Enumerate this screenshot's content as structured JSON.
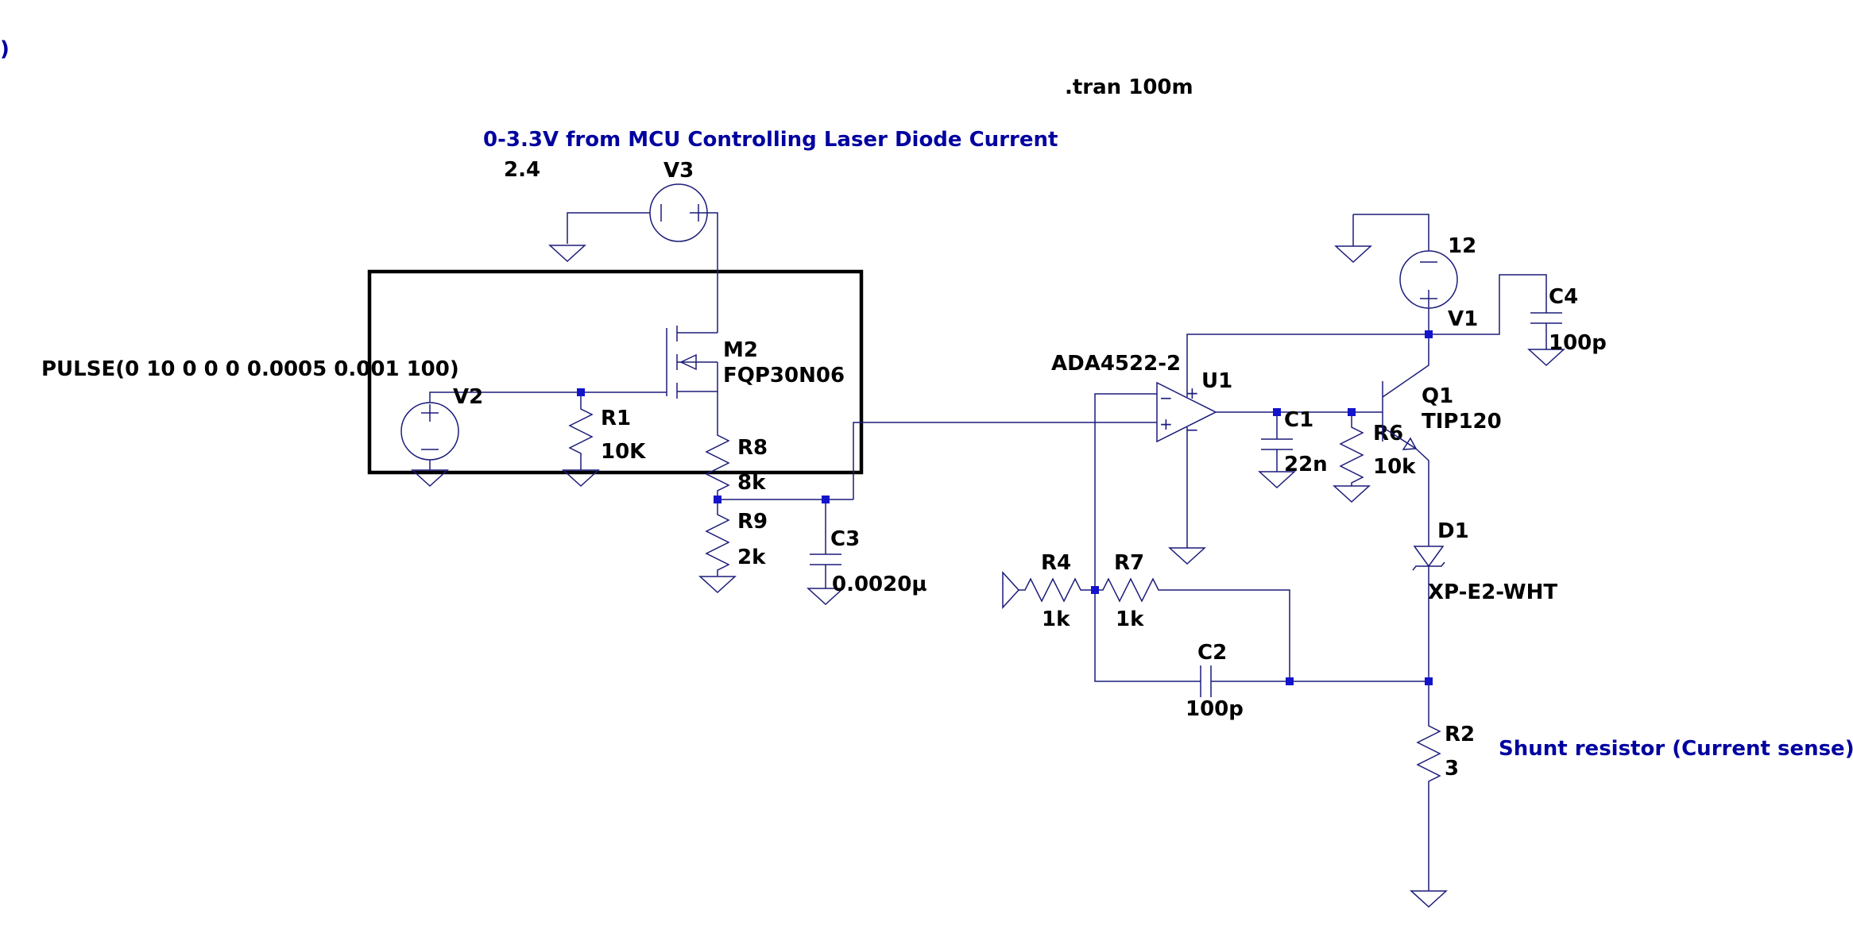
{
  "diagram": {
    "corner_mark": ")",
    "directive": ".tran 100m",
    "comments": {
      "mcu": "0-3.3V from MCU Controlling Laser Diode Current",
      "shunt": "Shunt resistor (Current sense)"
    },
    "components": {
      "V3": {
        "name": "V3",
        "value": "2.4"
      },
      "V2": {
        "name": "V2",
        "value": "PULSE(0 10 0 0 0 0.0005 0.001 100)"
      },
      "V1": {
        "name": "V1",
        "value": "12"
      },
      "M2": {
        "name": "M2",
        "value": "FQP30N06"
      },
      "R1": {
        "name": "R1",
        "value": "10K"
      },
      "R8": {
        "name": "R8",
        "value": "8k"
      },
      "R9": {
        "name": "R9",
        "value": "2k"
      },
      "C3": {
        "name": "C3",
        "value": "0.0020µ"
      },
      "U1": {
        "name": "U1",
        "value": "ADA4522-2"
      },
      "C1": {
        "name": "C1",
        "value": "22n"
      },
      "R6": {
        "name": "R6",
        "value": "10k"
      },
      "Q1": {
        "name": "Q1",
        "value": "TIP120"
      },
      "C4": {
        "name": "C4",
        "value": "100p"
      },
      "D1": {
        "name": "D1",
        "value": "XP-E2-WHT"
      },
      "R4": {
        "name": "R4",
        "value": "1k"
      },
      "R7": {
        "name": "R7",
        "value": "1k"
      },
      "C2": {
        "name": "C2",
        "value": "100p"
      },
      "R2": {
        "name": "R2",
        "value": "3"
      }
    },
    "polarity": {
      "plus": "+",
      "minus": "−"
    },
    "colors": {
      "wire": "#1c1c7a",
      "junction": "#1414cc",
      "comment": "#0000a0",
      "label": "#000000"
    }
  }
}
